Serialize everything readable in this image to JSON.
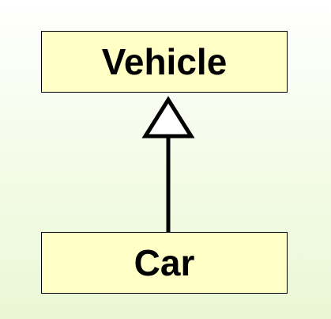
{
  "diagram": {
    "classes": [
      {
        "id": "vehicle",
        "label": "Vehicle"
      },
      {
        "id": "car",
        "label": "Car"
      }
    ],
    "relations": [
      {
        "type": "inheritance",
        "from": "car",
        "to": "vehicle"
      }
    ]
  },
  "colors": {
    "class_fill": "#ffffc6",
    "stroke": "#000000"
  }
}
